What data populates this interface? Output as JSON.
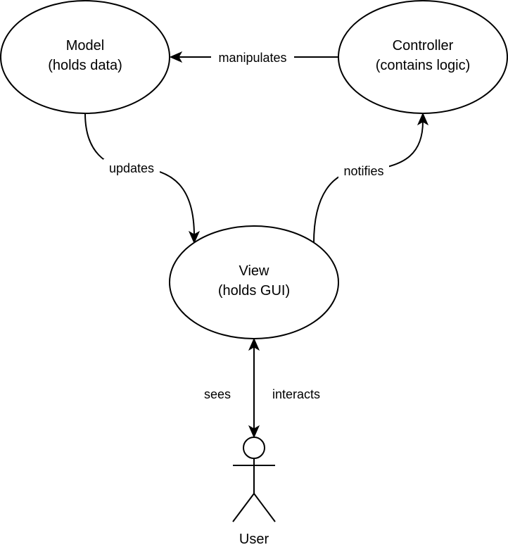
{
  "diagram": {
    "title": "Model-View-Controller",
    "colors": {
      "stroke": "#000000",
      "fill": "#ffffff",
      "text": "#000000"
    },
    "nodes": {
      "model": {
        "lines": [
          "Model",
          "(holds data)"
        ]
      },
      "controller": {
        "lines": [
          "Controller",
          "(contains logic)"
        ]
      },
      "view": {
        "lines": [
          "View",
          "(holds GUI)"
        ]
      }
    },
    "actor": {
      "label": "User"
    },
    "edges": {
      "manipulates": {
        "from": "controller",
        "to": "model",
        "label": "manipulates"
      },
      "updates": {
        "from": "model",
        "to": "view",
        "label": "updates"
      },
      "notifies": {
        "from": "view",
        "to": "controller",
        "label": "notifies"
      },
      "view_user": {
        "from": "view",
        "to": "user",
        "bidirectional": true,
        "labels": {
          "left": "sees",
          "right": "interacts"
        }
      }
    }
  }
}
